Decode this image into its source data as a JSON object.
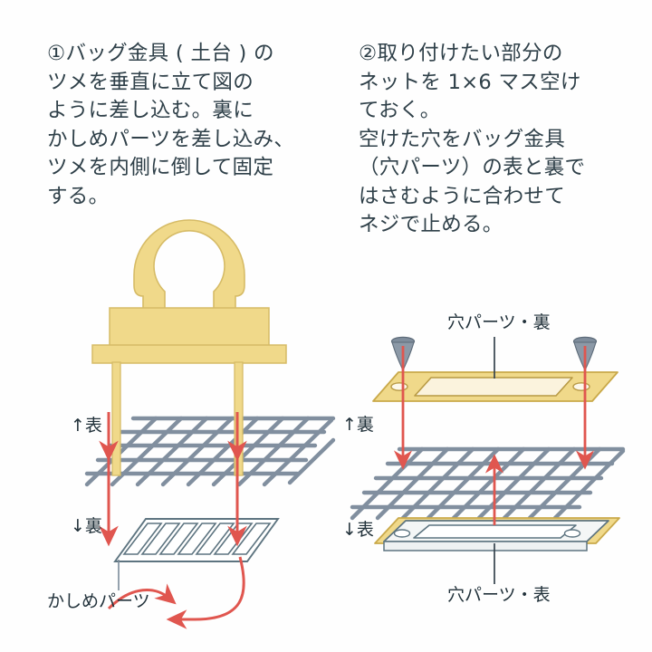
{
  "page": {
    "background_color": "#fefefe",
    "text_color": "#2f4049",
    "accent_red": "#e0564f",
    "hardware_yellow": "#f0d98a",
    "hardware_yellow_dark": "#d9b84e",
    "mesh_gray": "#7b8a9a",
    "plate_outline": "#5d7480"
  },
  "instructions": {
    "step1": "①バッグ金具 ( 土台 ) の\nツメを垂直に立て図の\nように差し込む。裏に\nかしめパーツを差し込み、\nツメを内側に倒して固定\nする。",
    "step2": "②取り付けたい部分の\nネットを 1×6 マス空け\nておく。\n空けた穴をバッグ金具\n（穴パーツ）の表と裏で\nはさむように合わせて\nネジで止める。"
  },
  "diagram_left": {
    "name": "bag-hardware-base-insertion",
    "label_front": "↑表",
    "label_back": "↓裏",
    "label_crimp": "かしめパーツ",
    "mesh_rows": 5,
    "mesh_diagonals": 9,
    "crimp_slots": 7
  },
  "diagram_right": {
    "name": "hole-part-screw-assembly",
    "label_back": "↑裏",
    "label_front": "↓表",
    "label_plate_top": "穴パーツ・裏",
    "label_plate_bottom": "穴パーツ・表",
    "screw_count": 2,
    "mesh_rows": 5,
    "mesh_diagonals": 9
  }
}
